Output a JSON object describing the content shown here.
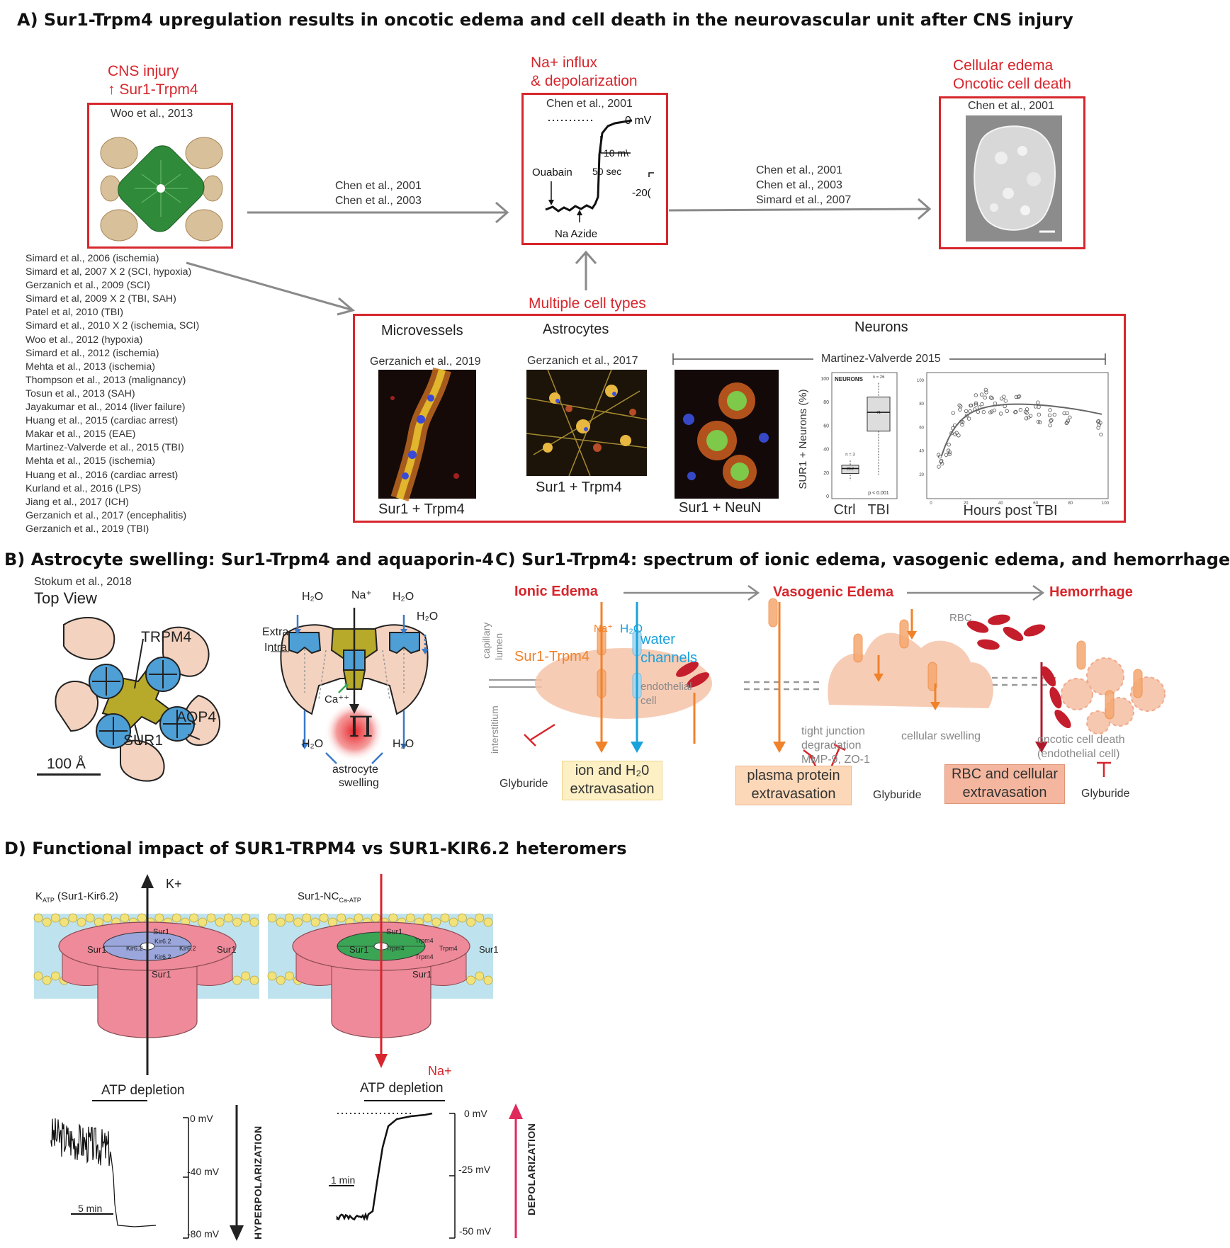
{
  "panelA": {
    "title": "A) Sur1-Trpm4 upregulation results in oncotic edema and cell death in the neurovascular unit after CNS injury",
    "injury_label_1": "CNS injury",
    "injury_label_2": "↑ Sur1-Trpm4",
    "injury_cite": "Woo et al., 2013",
    "influx_label_1": "Na+ influx",
    "influx_label_2": "& depolarization",
    "influx_cite": "Chen et al., 2001",
    "trace_zero": "0 mV",
    "trace_scale_v": "10 m\\",
    "trace_scale_t": "50 sec",
    "trace_ouabain": "Ouabain",
    "trace_azide": "Na Azide",
    "trace_neg": "-20(",
    "edema_label_1": "Cellular edema",
    "edema_label_2": "Oncotic cell death",
    "edema_cite": "Chen et al., 2001",
    "arrow1_cites": [
      "Chen et al., 2001",
      "Chen et al., 2003"
    ],
    "arrow2_cites": [
      "Chen et al., 2001",
      "Chen et al., 2003",
      "Simard et al., 2007"
    ],
    "multiple_label": "Multiple cell types",
    "references": [
      "Simard et al., 2006 (ischemia)",
      "Simard et al, 2007 X  2 (SCI, hypoxia)",
      "Gerzanich et al., 2009 (SCI)",
      "Simard et al, 2009  X 2 (TBI, SAH)",
      "Patel et al, 2010 (TBI)",
      "Simard et al., 2010 X 2 (ischemia, SCI)",
      "Woo et al., 2012 (hypoxia)",
      "Simard et al., 2012 (ischemia)",
      "Mehta et al., 2013 (ischemia)",
      "Thompson et al., 2013 (malignancy)",
      "Tosun et al., 2013 (SAH)",
      "Jayakumar et al., 2014 (liver failure)",
      "Huang et al., 2015 (cardiac arrest)",
      "Makar et al., 2015 (EAE)",
      "Martinez-Valverde et al., 2015 (TBI)",
      "Mehta et al., 2015 (ischemia)",
      "Huang et al., 2016 (cardiac arrest)",
      "Kurland et al., 2016 (LPS)",
      "Jiang et al., 2017 (ICH)",
      "Gerzanich et al., 2017 (encephalitis)",
      "Gerzanich et al., 2019 (TBI)"
    ],
    "cells": {
      "microvessels": "Microvessels",
      "microvessels_cite": "Gerzanich et al., 2019",
      "microvessels_stain": "Sur1 + Trpm4",
      "astrocytes": "Astrocytes",
      "astrocytes_cite": "Gerzanich et al., 2017",
      "astrocytes_stain": "Sur1 + Trpm4",
      "neurons": "Neurons",
      "neurons_cite": "Martinez-Valverde 2015",
      "neurons_stain": "Sur1 + NeuN"
    },
    "boxplot": {
      "panel_label": "NEURONS",
      "ylabel": "SUR1 + Neurons  (%)",
      "categories": [
        "Ctrl",
        "TBI"
      ],
      "n_labels": [
        "n = 3",
        "n = 26"
      ],
      "medians": [
        "23.2",
        "71"
      ],
      "pvalue": "p < 0.001",
      "yticks": [
        "0",
        "20",
        "40",
        "60",
        "80",
        "100"
      ]
    },
    "scatter": {
      "xlabel": "Hours post TBI",
      "xticks": [
        "0",
        "20",
        "40",
        "60",
        "80",
        "100"
      ],
      "yticks": [
        "20",
        "40",
        "60",
        "80",
        "100"
      ]
    }
  },
  "panelB": {
    "title": "B) Astrocyte swelling: Sur1-Trpm4 and aquaporin-4",
    "cite": "Stokum et al., 2018",
    "top_view": "Top View",
    "trpm4": "TRPM4",
    "aqp4": "AQP4",
    "sur1": "SUR1",
    "scale": "100 Å",
    "h2o": "H₂O",
    "na": "Na⁺",
    "extra": "Extra",
    "intra": "Intra",
    "ca": "Ca⁺⁺",
    "pi": "Π",
    "swelling_1": "astrocyte",
    "swelling_2": "swelling"
  },
  "panelC": {
    "title": "C) Sur1-Trpm4: spectrum of ionic edema, vasogenic edema, and hemorrhage",
    "stage1": "Ionic Edema",
    "stage2": "Vasogenic Edema",
    "stage3": "Hemorrhage",
    "capillary": "capillary",
    "lumen": "lumen",
    "interstitium": "interstitium",
    "na": "Na⁺",
    "h2o": "H₂O",
    "water_1": "water",
    "water_2": "channels",
    "sur1trpm4": "Sur1-Trpm4",
    "endo_1": "endothelial",
    "endo_2": "cell",
    "rbc": "RBC",
    "tj_1": "tight junction",
    "tj_2": "degradation",
    "tj_3": "MMP-9, ZO-1",
    "cell_swelling": "cellular swelling",
    "oncotic_1": "oncotic cell death",
    "oncotic_2": "(endothelial cell)",
    "glyburide": "Glyburide",
    "box1_1": "ion and H₂0",
    "box1_2": "extravasation",
    "box2_1": "plasma protein",
    "box2_2": "extravasation",
    "box3_1": "RBC and cellular",
    "box3_2": "extravasation"
  },
  "panelD": {
    "title": "D) Functional impact of SUR1-TRPM4 vs SUR1-KIR6.2 heteromers",
    "katp_label": "K",
    "katp_sub": "ATP",
    "katp_rest": " (Sur1-Kir6.2)",
    "nc_label": "Sur1-NC",
    "nc_sub": "Ca-ATP",
    "kplus": "K+",
    "naplus": "Na+",
    "sur1": "Sur1",
    "kir": "Kir6.2",
    "trpm4": "Trpm4",
    "atp_depletion": "ATP depletion",
    "left_ticks": [
      "0 mV",
      "-40 mV",
      "-80 mV"
    ],
    "left_scale": "5 min",
    "hyper": "HYPERPOLARIZATION",
    "right_ticks": [
      "0 mV",
      "-25 mV",
      "-50 mV"
    ],
    "right_scale": "1 min",
    "depol": "DEPOLARIZATION"
  },
  "colors": {
    "accent_red": "#d7262c",
    "sur1_pink": "#ee8a9a",
    "kir_blue": "#9aa6dc",
    "trpm4_green": "#3aa655",
    "lipid_yellow": "#f2e27a",
    "membrane_blue": "#bfe3ee",
    "astro_peach": "#f3d2bf",
    "aqp4_blue": "#4d9fd6",
    "trpm4_olive": "#b7a92a"
  }
}
